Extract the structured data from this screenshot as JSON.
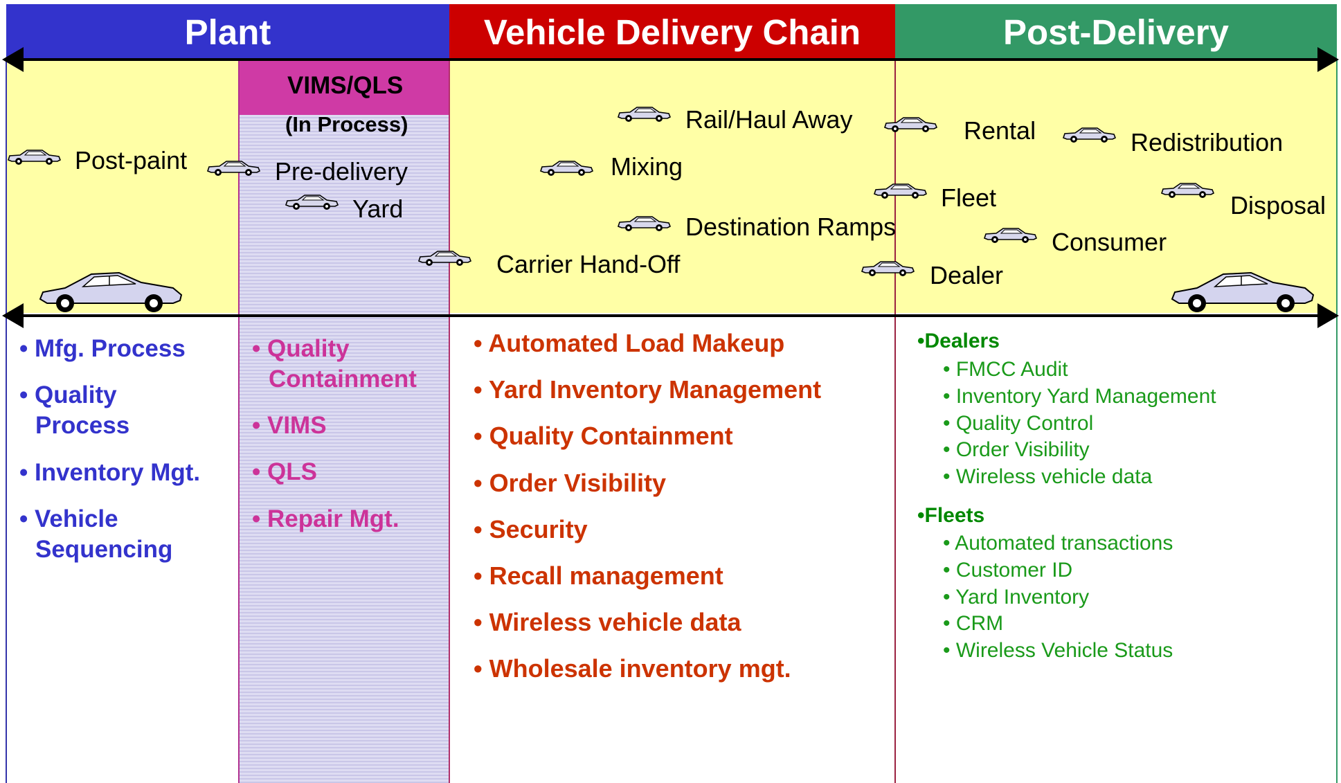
{
  "headers": {
    "plant": "Plant",
    "chain": "Vehicle Delivery Chain",
    "post": "Post-Delivery"
  },
  "vims": {
    "title": "VIMS/QLS",
    "subtitle": "(In Process)"
  },
  "stages": {
    "post_paint": "Post-paint",
    "pre_delivery": "Pre-delivery",
    "yard": "Yard",
    "carrier_handoff": "Carrier Hand-Off",
    "mixing": "Mixing",
    "rail_haul": "Rail/Haul Away",
    "destination_ramps": "Destination Ramps",
    "rental": "Rental",
    "redistribution": "Redistribution",
    "fleet": "Fleet",
    "disposal": "Disposal",
    "consumer": "Consumer",
    "dealer": "Dealer"
  },
  "plant_list": [
    "• Mfg. Process",
    "• Quality",
    "Process",
    "• Inventory Mgt.",
    "• Vehicle",
    "Sequencing"
  ],
  "vims_list": [
    "• Quality",
    "Containment",
    "• VIMS",
    "• QLS",
    "• Repair Mgt."
  ],
  "chain_list": [
    "• Automated Load Makeup",
    "• Yard Inventory Management",
    "• Quality Containment",
    "• Order Visibility",
    "• Security",
    "• Recall management",
    "• Wireless vehicle data",
    "• Wholesale inventory mgt."
  ],
  "post_list": {
    "dealers_heading": "•Dealers",
    "dealers": [
      "• FMCC Audit",
      "• Inventory Yard Management",
      "• Quality Control",
      "• Order Visibility",
      "• Wireless vehicle data"
    ],
    "fleets_heading": "•Fleets",
    "fleets": [
      "• Automated transactions",
      "• Customer ID",
      "• Yard Inventory",
      "• CRM",
      "• Wireless Vehicle Status"
    ]
  },
  "colors": {
    "plant": "#3333cc",
    "chain": "#cc0000",
    "post": "#339966",
    "zone": "#ffffa6",
    "vims_head": "#cf3aa5"
  }
}
